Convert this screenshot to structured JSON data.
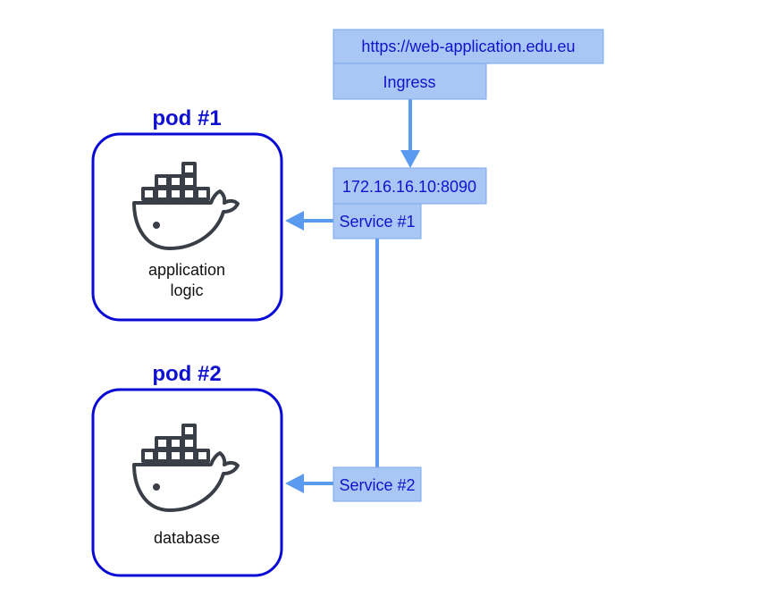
{
  "ingress": {
    "url": "https://web-application.edu.eu",
    "label": "Ingress"
  },
  "service1": {
    "address": "172.16.16.10:8090",
    "label": "Service #1"
  },
  "service2": {
    "label": "Service #2"
  },
  "pod1": {
    "title": "pod #1",
    "caption_line1": "application",
    "caption_line2": "logic",
    "icon": "docker-whale-icon"
  },
  "pod2": {
    "title": "pod #2",
    "caption": "database",
    "icon": "docker-whale-icon"
  },
  "colors": {
    "pod_border": "#0a0ad6",
    "pod_title": "#1010d0",
    "box_fill": "#a9c7f5",
    "box_stroke": "#7aa7ea",
    "box_text": "#1212cc",
    "arrow": "#5a9bef",
    "icon": "#3a3f47"
  }
}
